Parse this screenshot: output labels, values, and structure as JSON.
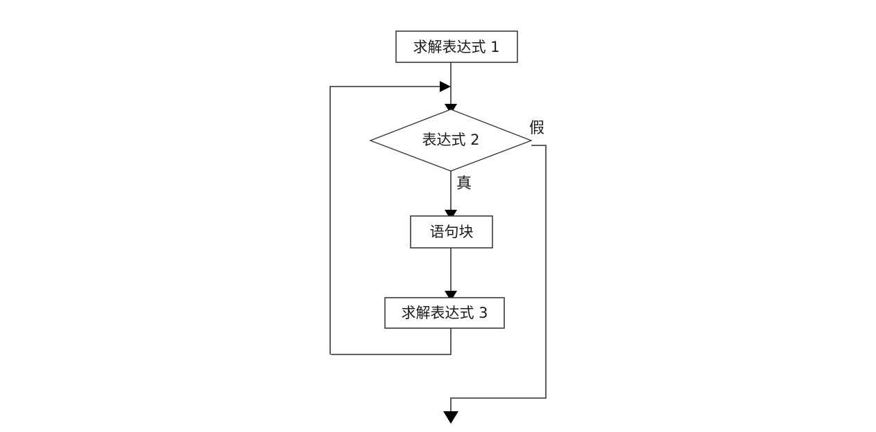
{
  "diagram": {
    "title": "",
    "type": "flowchart",
    "background_color": "#ffffff",
    "line_color": "#4a4a4a",
    "box_stroke_color": "#3a3a3a",
    "text_color": "#1a1a1a",
    "nodes": [
      {
        "id": "eval-expr-1",
        "shape": "rectangle",
        "label": "求解表达式 1"
      },
      {
        "id": "expr-2-condition",
        "shape": "diamond",
        "label": "表达式 2"
      },
      {
        "id": "statement-block",
        "shape": "rectangle",
        "label": "语句块"
      },
      {
        "id": "eval-expr-3",
        "shape": "rectangle",
        "label": "求解表达式 3"
      }
    ],
    "edge_labels": {
      "true_branch": "真",
      "false_branch": "假"
    }
  }
}
